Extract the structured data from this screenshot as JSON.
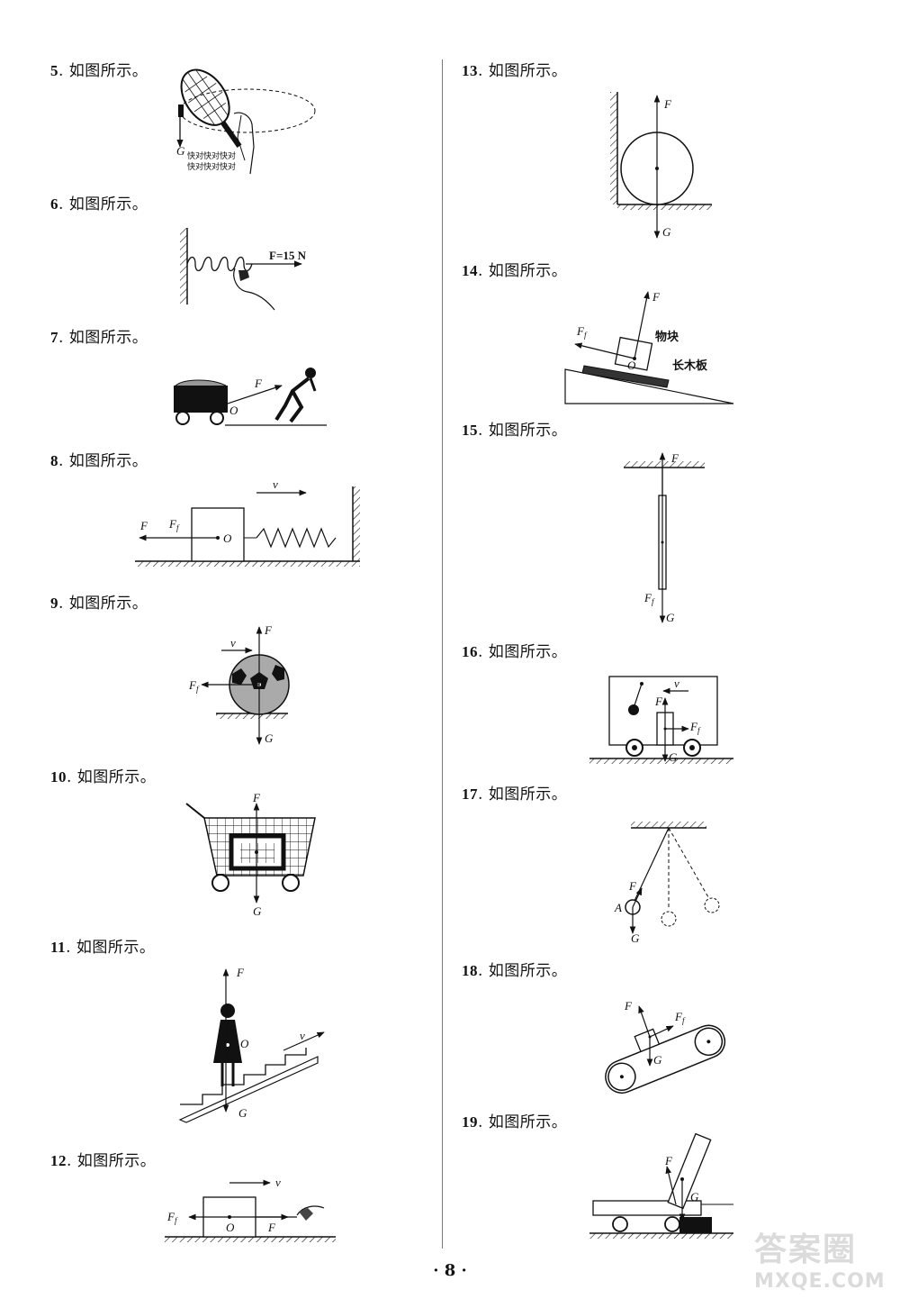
{
  "questions": [
    {
      "num": "5",
      "text": ". 如图所示。"
    },
    {
      "num": "6",
      "text": ". 如图所示。"
    },
    {
      "num": "7",
      "text": ". 如图所示。"
    },
    {
      "num": "8",
      "text": ". 如图所示。"
    },
    {
      "num": "9",
      "text": ". 如图所示。"
    },
    {
      "num": "10",
      "text": ". 如图所示。"
    },
    {
      "num": "11",
      "text": ". 如图所示。"
    },
    {
      "num": "12",
      "text": ". 如图所示。"
    },
    {
      "num": "13",
      "text": ". 如图所示。"
    },
    {
      "num": "14",
      "text": ". 如图所示。"
    },
    {
      "num": "15",
      "text": ". 如图所示。"
    },
    {
      "num": "16",
      "text": ". 如图所示。"
    },
    {
      "num": "17",
      "text": ". 如图所示。"
    },
    {
      "num": "18",
      "text": ". 如图所示。"
    },
    {
      "num": "19",
      "text": ". 如图所示。"
    }
  ],
  "labels": {
    "F": "F",
    "G": "G",
    "O": "O",
    "v": "v",
    "A": "A",
    "Ff": "F",
    "f": "f",
    "F15": "F=15 N",
    "block": "物块",
    "board": "长木板",
    "q5_line1": "快对快对快对",
    "q5_line2": "快对快对快对"
  },
  "page_number": "· 8 ·",
  "watermark": {
    "big": "答案圈",
    "small": "MXQE.COM"
  }
}
